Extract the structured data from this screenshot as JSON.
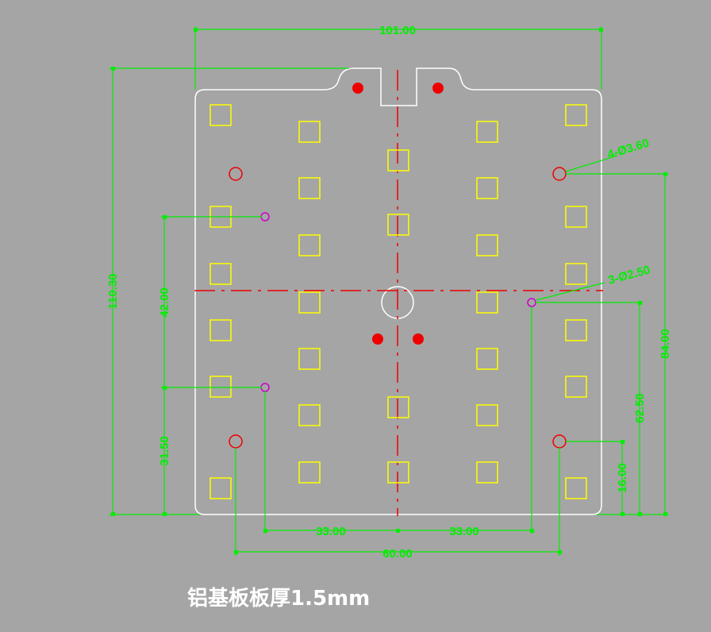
{
  "colors": {
    "background": "#a5a5a5",
    "outline": "#ffffff",
    "dimension": "#00ee00",
    "centerline": "#ee0000",
    "pad": "#ffff00",
    "small_hole": "#cc00cc"
  },
  "dimensions": {
    "overall_width": "101.00",
    "overall_height": "110.30",
    "hole_a_spec": "4-Ø3.60",
    "hole_b_spec": "3-Ø2.50",
    "left_42": "42.00",
    "left_31_5": "31.50",
    "right_84": "84.00",
    "right_62_5": "62.50",
    "right_16": "16.00",
    "bottom_33_left": "33.00",
    "bottom_33_right": "33.00",
    "bottom_60": "60.00"
  },
  "caption": "铝基板板厚1.5mm"
}
